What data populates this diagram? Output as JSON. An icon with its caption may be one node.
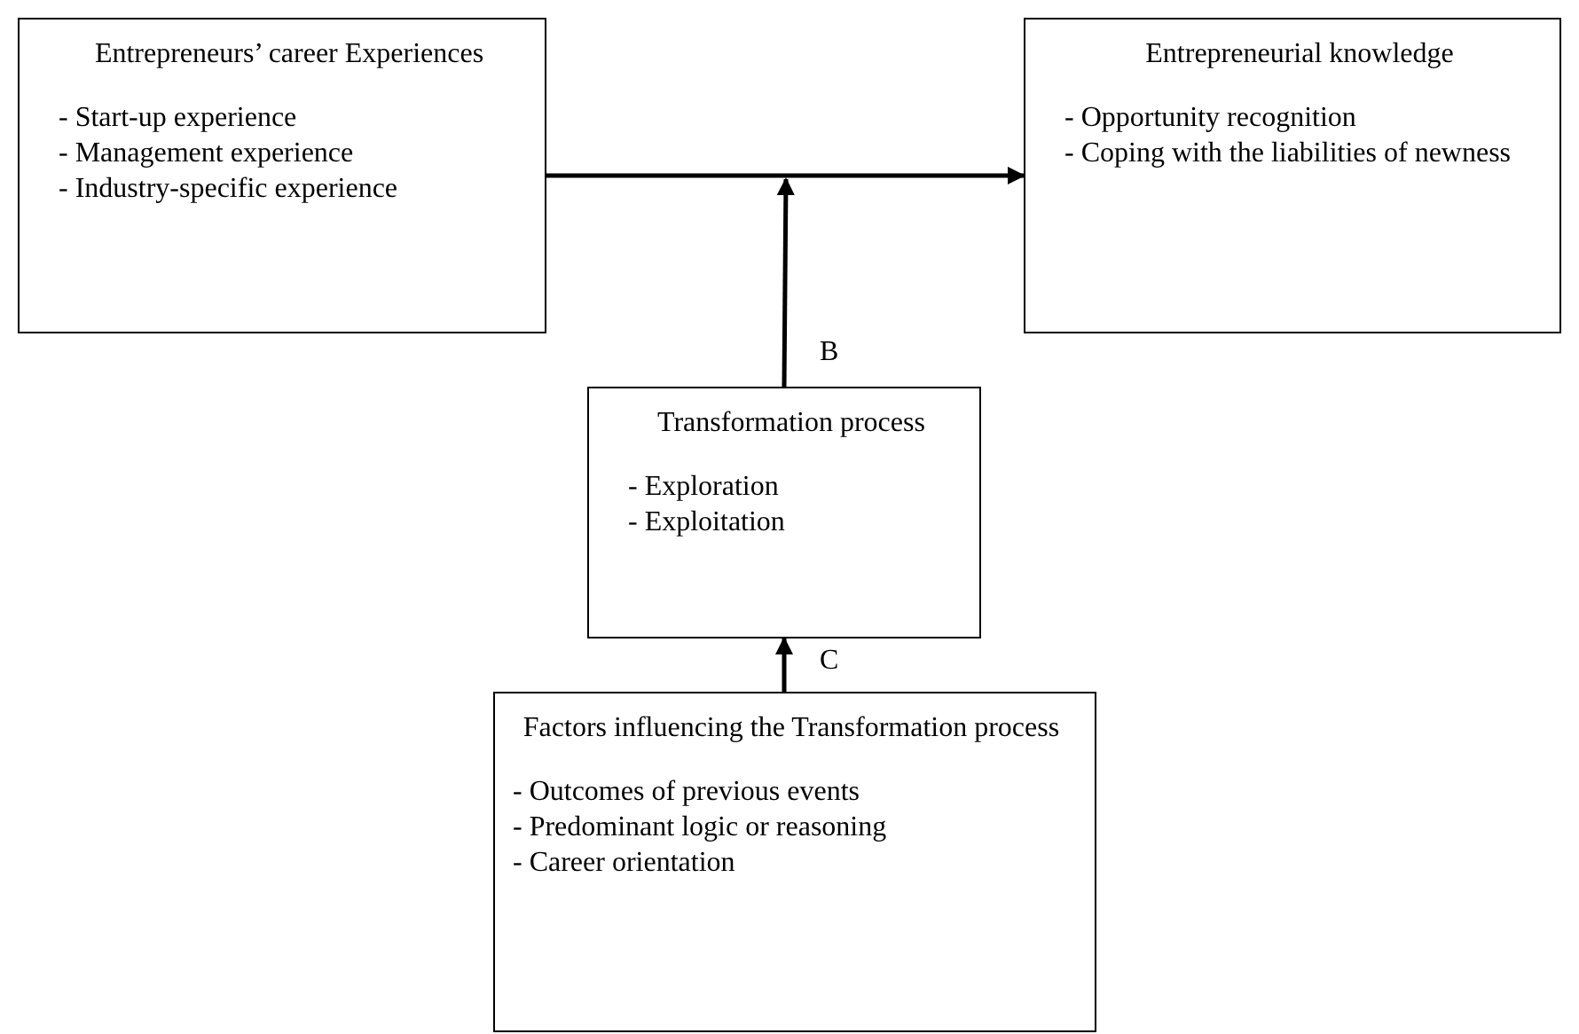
{
  "diagram": {
    "nodes": [
      {
        "text": [
          "Entrepreneurs’ career Experiences",
          "- Start-up experience",
          "- Management experience",
          "- Industry-specific experience"
        ]
      },
      {
        "text": [
          "Entrepreneurial knowledge",
          "- Opportunity recognition",
          "- Coping with the liabilities of newness"
        ]
      },
      {
        "text": [
          "Transformation process",
          "- Exploration",
          "- Exploitation"
        ]
      },
      {
        "text": [
          "Factors influencing the Transformation process",
          "- Outcomes of previous events",
          "- Predominant logic or reasoning",
          "- Career orientation"
        ]
      }
    ],
    "edges": [
      {
        "from": 0,
        "to": 1,
        "arrow": "to"
      },
      {
        "from": 2,
        "to": null,
        "arrow": "to",
        "label": "B"
      },
      {
        "from": 3,
        "to": 2,
        "arrow": "to",
        "label": "C"
      }
    ]
  }
}
